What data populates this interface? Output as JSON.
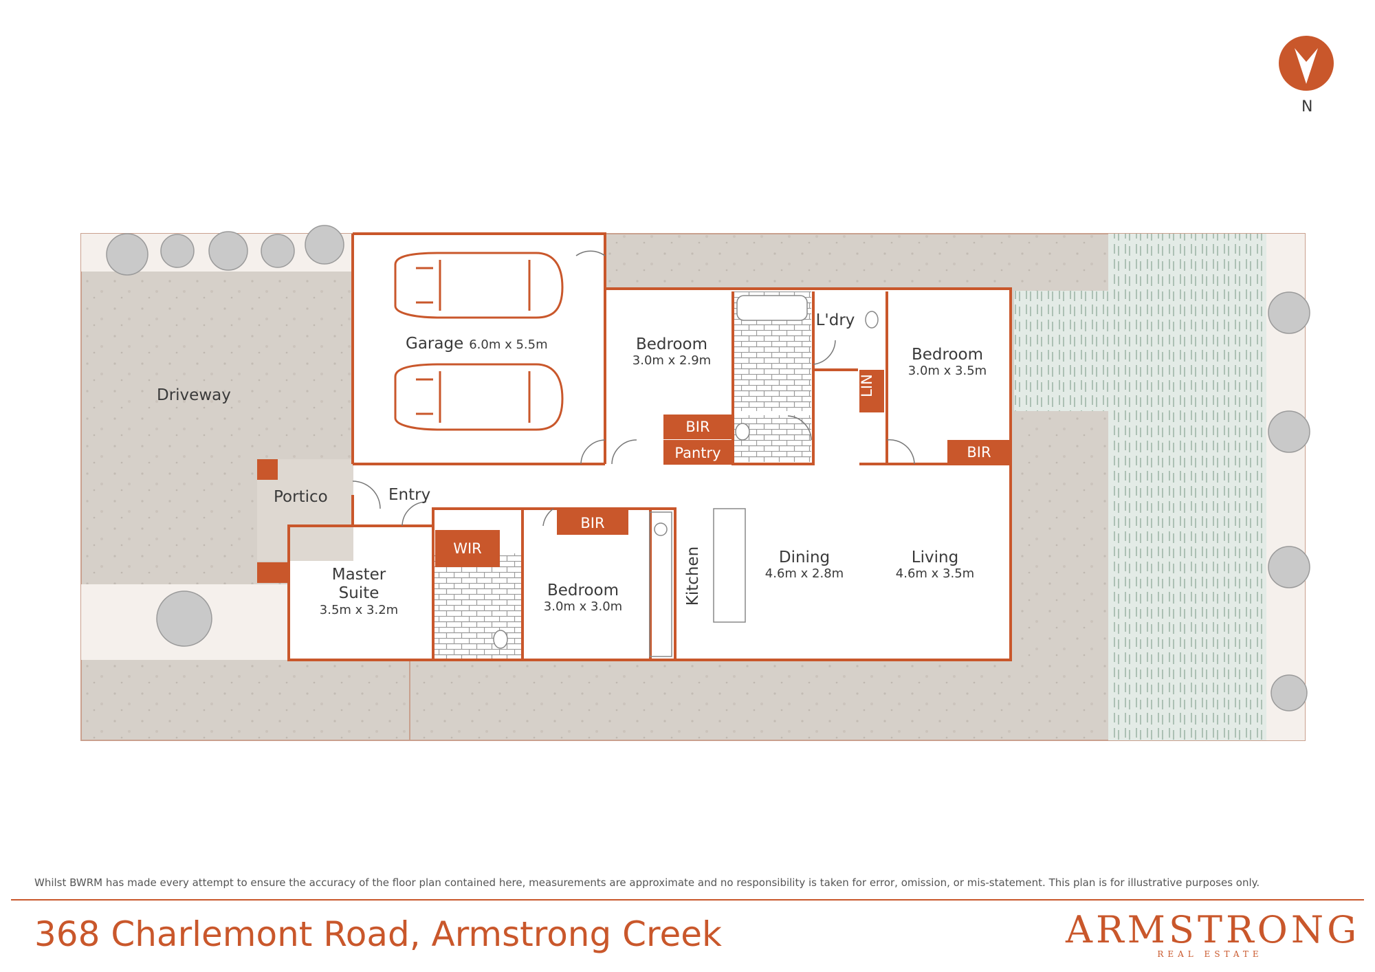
{
  "address": "368 Charlemont Road, Armstrong Creek",
  "disclaimer": "Whilst BWRM  has made every attempt to ensure the accuracy of the floor plan contained here, measurements are approximate and no responsibility is taken for error, omission, or mis-statement. This plan is for illustrative purposes only.",
  "brand": {
    "name": "ARMSTRONG",
    "subtitle": "REAL ESTATE"
  },
  "compass": {
    "label": "N"
  },
  "colors": {
    "accent": "#c9572b",
    "paving": "#d8d2cb",
    "garden": "#e3ebe6",
    "wall": "#c9572b"
  },
  "rooms": {
    "garage": {
      "name": "Garage",
      "dims": "6.0m x 5.5m"
    },
    "driveway": {
      "name": "Driveway"
    },
    "portico": {
      "name": "Portico"
    },
    "entry": {
      "name": "Entry"
    },
    "bedroom_front": {
      "name": "Bedroom",
      "dims": "3.0m x 2.9m"
    },
    "laundry": {
      "name": "L'dry"
    },
    "bedroom_back": {
      "name": "Bedroom",
      "dims": "3.0m x 3.5m"
    },
    "master": {
      "name_line1": "Master",
      "name_line2": "Suite",
      "dims": "3.5m x 3.2m"
    },
    "bedroom_mid": {
      "name": "Bedroom",
      "dims": "3.0m x 3.0m"
    },
    "kitchen": {
      "name": "Kitchen"
    },
    "dining": {
      "name": "Dining",
      "dims": "4.6m x 2.8m"
    },
    "living": {
      "name": "Living",
      "dims": "4.6m x 3.5m"
    }
  },
  "tags": {
    "bir_front": "BIR",
    "pantry": "Pantry",
    "lin": "LIN",
    "bir_back": "BIR",
    "bir_mid": "BIR",
    "wir": "WIR"
  }
}
